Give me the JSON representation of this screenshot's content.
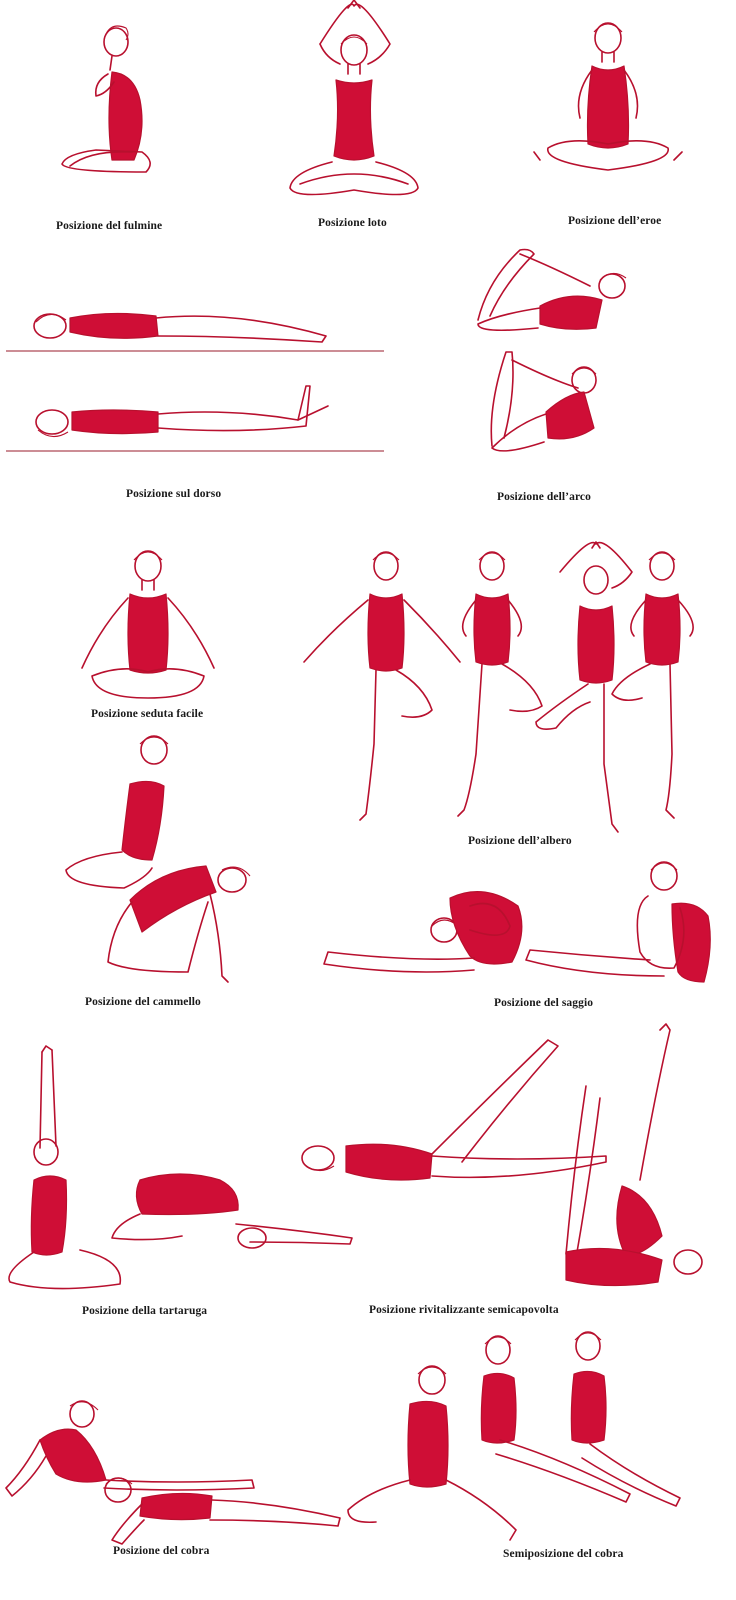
{
  "poses": [
    {
      "id": "fulmine",
      "caption": "Posizione del fulmine"
    },
    {
      "id": "loto",
      "caption": "Posizione loto"
    },
    {
      "id": "eroe",
      "caption": "Posizione dell’eroe"
    },
    {
      "id": "dorso",
      "caption": "Posizione sul dorso"
    },
    {
      "id": "arco",
      "caption": "Posizione dell’arco"
    },
    {
      "id": "seduta-facile",
      "caption": "Posizione seduta facile"
    },
    {
      "id": "albero",
      "caption": "Posizione dell’albero"
    },
    {
      "id": "cammello",
      "caption": "Posizione del cammello"
    },
    {
      "id": "saggio",
      "caption": "Posizione del saggio"
    },
    {
      "id": "tartaruga",
      "caption": "Posizione della tartaruga"
    },
    {
      "id": "rivitalizzante",
      "caption": "Posizione rivitalizzante semicapovolta"
    },
    {
      "id": "cobra",
      "caption": "Posizione del cobra"
    },
    {
      "id": "semicobra",
      "caption": "Semiposizione del cobra"
    }
  ],
  "colors": {
    "swimsuit": "#cf0e36",
    "outline": "#b8102e",
    "caption": "#1a1a1a",
    "background": "#ffffff"
  }
}
